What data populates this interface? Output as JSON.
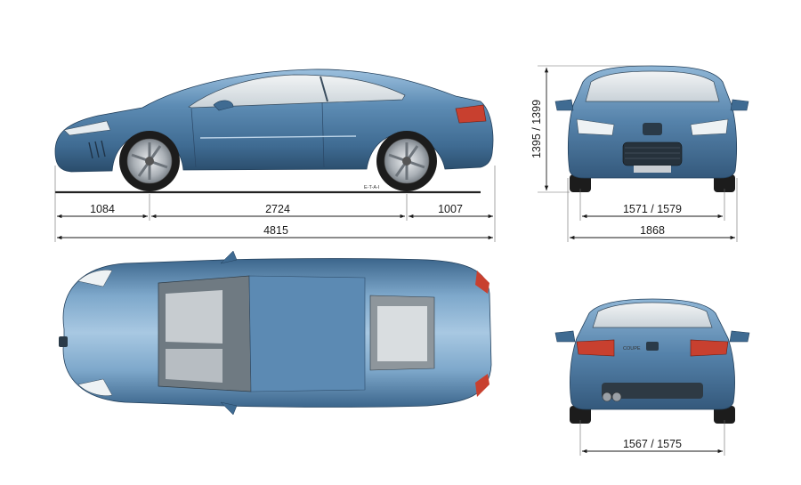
{
  "dimensions": {
    "front_overhang": "1084",
    "wheelbase": "2724",
    "rear_overhang": "1007",
    "overall_length": "4815",
    "height": "1395 / 1399",
    "front_track": "1571 / 1579",
    "overall_width": "1868",
    "rear_track": "1567 / 1575"
  },
  "labels": {
    "side_code": "E-T-A-I",
    "rear_badge": "COUPE"
  },
  "colors": {
    "body": "#4f7ea6",
    "body_dark": "#2d5477",
    "body_light": "#8db3d3",
    "glass": "#dfe6ea",
    "tire": "#1c1c1c",
    "rim": "#b9bec3",
    "taillight": "#c8402f",
    "dim_line": "#1a1a1a"
  }
}
